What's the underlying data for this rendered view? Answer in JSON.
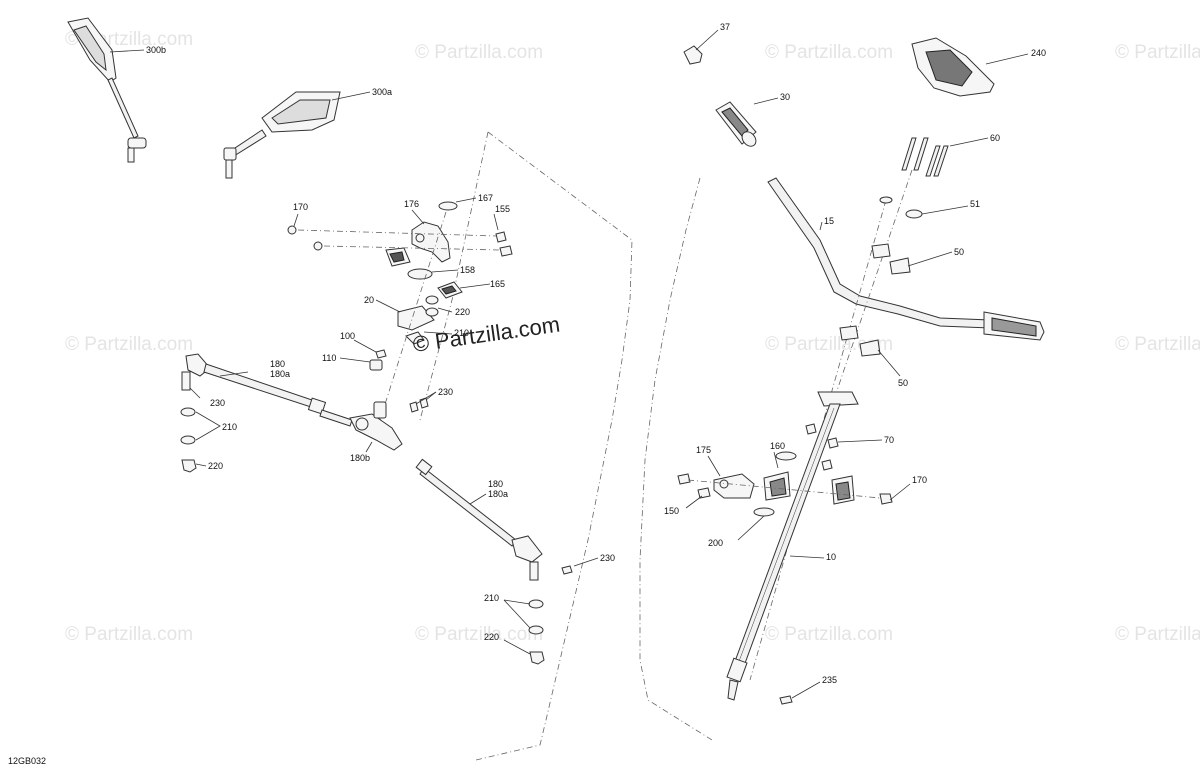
{
  "diagram": {
    "code": "12GB032",
    "watermark": "© Partzilla.com",
    "watermark_main": "© Partzilla.com",
    "callouts": {
      "c300b": "300b",
      "c300a": "300a",
      "c170_left": "170",
      "c176": "176",
      "c167": "167",
      "c155": "155",
      "c158": "158",
      "c165": "165",
      "c20": "20",
      "c220_top": "220",
      "c210_mid": "210",
      "c100": "100",
      "c110": "110",
      "c180_left": "180",
      "c180a_left": "180a",
      "c230_left": "230",
      "c210_left": "210",
      "c220_left": "220",
      "c230_mid": "230",
      "c180b": "180b",
      "c180_right": "180",
      "c180a_right": "180a",
      "c230_bottom": "230",
      "c210_bottom": "210",
      "c220_bottom": "220",
      "c37": "37",
      "c30": "30",
      "c240": "240",
      "c60": "60",
      "c15": "15",
      "c51": "51",
      "c50_top": "50",
      "c50_bottom": "50",
      "c70": "70",
      "c175": "175",
      "c160": "160",
      "c170_right": "170",
      "c150": "150",
      "c200": "200",
      "c10": "10",
      "c235": "235"
    }
  }
}
